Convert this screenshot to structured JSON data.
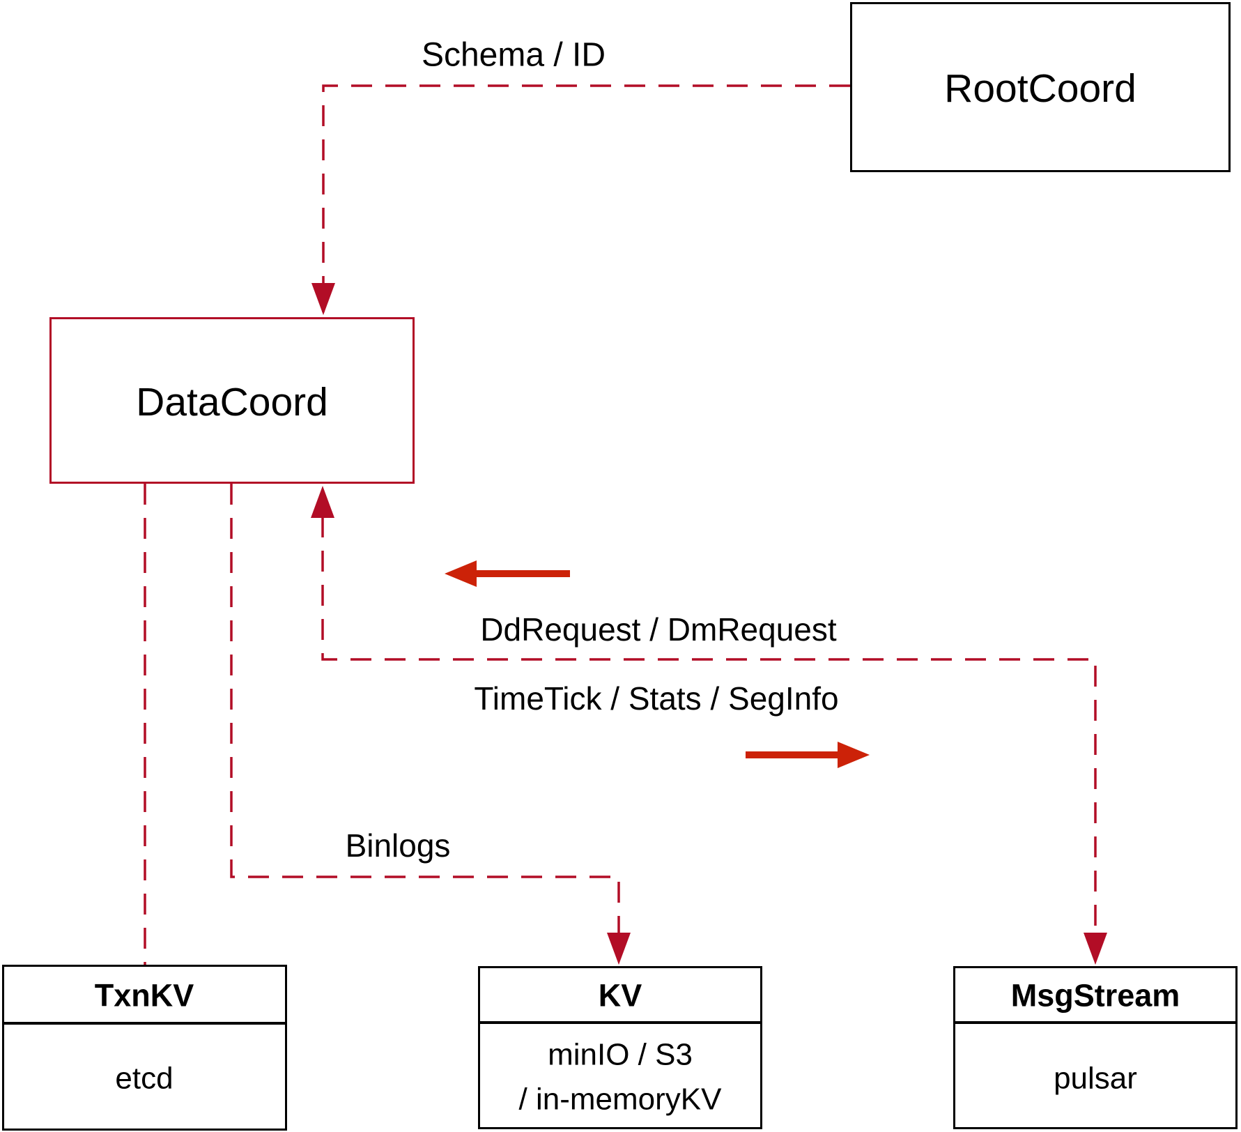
{
  "diagram": {
    "colors": {
      "dashed_red": "#b20d26",
      "solid_arrow_red": "#cc2208",
      "black": "#000000",
      "background": "#ffffff"
    },
    "nodes": {
      "rootcoord": {
        "label": "RootCoord"
      },
      "datacoord": {
        "label": "DataCoord"
      },
      "txnkv": {
        "title": "TxnKV",
        "value": "etcd"
      },
      "kv": {
        "title": "KV",
        "value_line1": "minIO / S3",
        "value_line2": "/ in-memoryKV"
      },
      "msgstream": {
        "title": "MsgStream",
        "value": "pulsar"
      }
    },
    "edge_labels": {
      "schema_id": "Schema / ID",
      "dd_dm_request": "DdRequest / DmRequest",
      "timetick_stats_seginfo": "TimeTick / Stats / SegInfo",
      "binlogs": "Binlogs"
    }
  }
}
